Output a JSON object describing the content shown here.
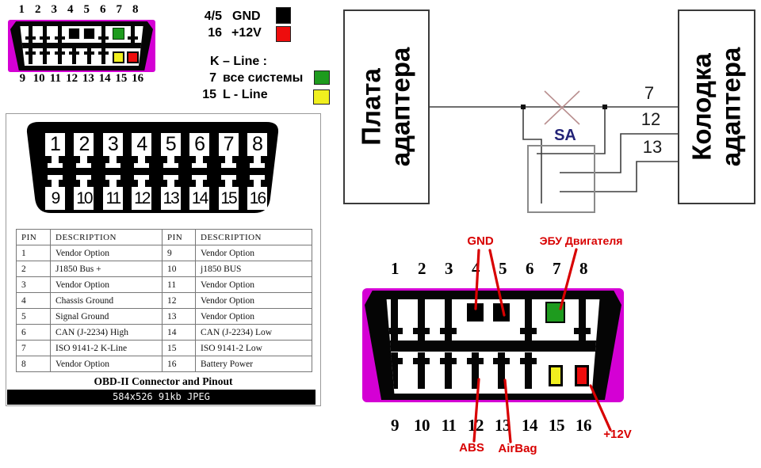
{
  "colors": {
    "magenta": "#d400d4",
    "green": "#1e9b1e",
    "yellow": "#f0ef1f",
    "red": "#ee0d0d",
    "wire": "#3f3f3f",
    "sa_box": "#8a8a8a",
    "x_mark": "#b98f8f",
    "sa_text": "#232377",
    "annotation_red": "#d80000"
  },
  "pin_numbers": {
    "top": [
      "1",
      "2",
      "3",
      "4",
      "5",
      "6",
      "7",
      "8"
    ],
    "bottom": [
      "9",
      "10",
      "11",
      "12",
      "13",
      "14",
      "15",
      "16"
    ]
  },
  "legend": {
    "gnd_pins": "4/5",
    "gnd_label": "GND",
    "v12_pins": "16",
    "v12_label": "+12V",
    "kline_title": "K – Line :",
    "kline_pins": "7",
    "kline_label": "все системы",
    "lline_pins": "15",
    "lline_label": "L - Line"
  },
  "special_pins": {
    "pin4": "GND (black)",
    "pin5": "GND (black)",
    "pin7": "K-Line все системы (green)",
    "pin15": "L-Line (yellow)",
    "pin16": "+12V (red)"
  },
  "pinout_table": {
    "headers": [
      "PIN",
      "DESCRIPTION",
      "PIN",
      "DESCRIPTION"
    ],
    "rows": [
      [
        "1",
        "Vendor Option",
        "9",
        "Vendor Option"
      ],
      [
        "2",
        "J1850 Bus +",
        "10",
        "j1850 BUS"
      ],
      [
        "3",
        "Vendor Option",
        "11",
        "Vendor Option"
      ],
      [
        "4",
        "Chassis Ground",
        "12",
        "Vendor Option"
      ],
      [
        "5",
        "Signal Ground",
        "13",
        "Vendor Option"
      ],
      [
        "6",
        "CAN (J-2234) High",
        "14",
        "CAN (J-2234) Low"
      ],
      [
        "7",
        "ISO 9141-2 K-Line",
        "15",
        "ISO 9141-2 Low"
      ],
      [
        "8",
        "Vendor Option",
        "16",
        "Battery Power"
      ]
    ],
    "caption": "OBD-II Connector and Pinout",
    "meta": "584x526 91kb JPEG"
  },
  "wiring": {
    "left_box_line1": "Плата",
    "left_box_line2": "адаптера",
    "right_box_line1": "Колодка",
    "right_box_line2": "адаптера",
    "switch_label": "SA",
    "wire_label_7": "7",
    "wire_label_12": "12",
    "wire_label_13": "13"
  },
  "annotations": {
    "gnd": "GND",
    "engine_ecu": "ЭБУ Двигателя",
    "abs": "ABS",
    "airbag": "AirBag",
    "plus12v": "+12V"
  }
}
